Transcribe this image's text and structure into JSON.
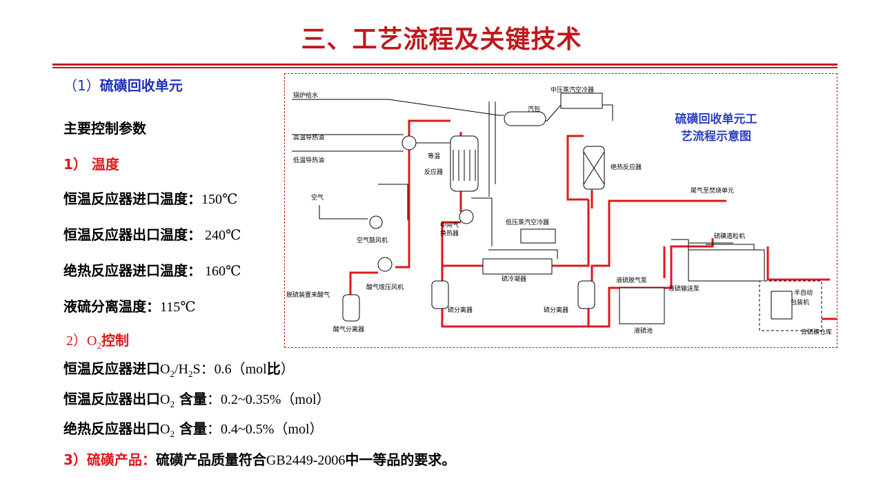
{
  "title": "三、工艺流程及关键技术",
  "section": {
    "num": "（1）",
    "label": "硫磺回收单元"
  },
  "params_heading": "主要控制参数",
  "temperature": {
    "heading": "1）  温度",
    "rows": [
      {
        "label": "恒温反应器进口温度：",
        "value": "150℃"
      },
      {
        "label": "恒温反应器出口温度：",
        "value": " 240℃"
      },
      {
        "label": "绝热反应器进口温度：",
        "value": " 160℃"
      },
      {
        "label": "液硫分离温度：",
        "value": "115℃"
      }
    ]
  },
  "o2": {
    "heading_prefix": "2）O",
    "heading_sub": "2",
    "heading_suffix": "控制",
    "row1": {
      "label": "恒温反应器进口",
      "o": "O",
      "s1": "2",
      "mid": "/H",
      "s2": "2",
      "tail": "S：0.6（mol",
      "unit": "比",
      "end": "）"
    },
    "row2": {
      "label": "恒温反应器出口",
      "o": "O",
      "s1": "2",
      "mid": " 含量",
      "tail": "：0.2~0.35%（mol）"
    },
    "row3": {
      "label": "绝热反应器出口",
      "o": "O",
      "s1": "2",
      "mid": " 含量",
      "tail": "：0.4~0.5%（mol）"
    }
  },
  "product": {
    "num": "3）",
    "label": "硫磺产品：",
    "t1": "硫磺产品质量符合",
    "std": "GB2449-2006",
    "t2": "中一等品的要求。"
  },
  "diagram": {
    "title_line1": "硫磺回收单元工",
    "title_line2": "艺流程示意图",
    "labels": {
      "boiler_water": "锅炉给水",
      "mp_cooler": "中压蒸汽空冷器",
      "steam_drum": "汽包",
      "ht_oil": "高温导热油",
      "lt_oil": "低温导热油",
      "iso_reactor_1": "等温",
      "iso_reactor_2": "反应器",
      "adia_reactor": "绝热反应器",
      "air": "空气",
      "tail_gas": "尾气至焚烧单元",
      "mid_hx_1": "中间气",
      "mid_hx_2": "换热器",
      "lp_cooler": "低压蒸汽空冷器",
      "air_blower": "空气鼓风机",
      "acid_blower": "酸气增压风机",
      "granulator": "硫磺造粒机",
      "sulfur_condenser": "硫冷凝器",
      "degas_pump": "液硫脱气泵",
      "liquid_pump": "液硫输送泵",
      "acid_gas_in": "脱硫装置来酸气",
      "sep1": "硫分离器",
      "sep2": "硫分离器",
      "acid_sep": "酸气分离器",
      "pit": "液硫池",
      "packer_1": "半自动",
      "packer_2": "包装机",
      "warehouse": "去硫磺仓库"
    }
  }
}
